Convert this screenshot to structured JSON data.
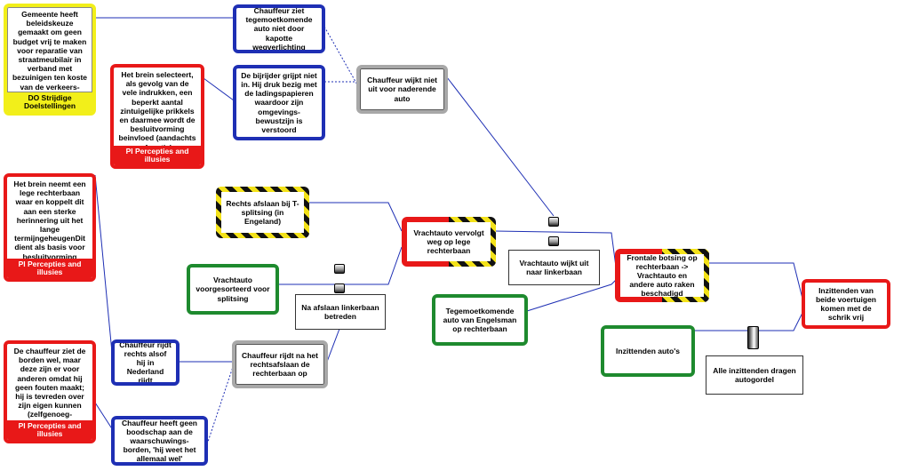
{
  "diagram": {
    "nodes": {
      "n_gemeente": {
        "text": "Gemeente heeft beleidskeuze gemaakt om geen budget vrij te maken voor reparatie van straatmeubilair in verband met bezuinigen ten koste van de verkeers-veiligheid",
        "footer": "DO Strijdige Doelstellingen"
      },
      "n_brein1": {
        "text": "Het brein selecteert, als gevolg van de vele indrukken, een beperkt aantal zintuigelijke prikkels en daarmee wordt de besluitvorming beinvloed (aandachts -functie)",
        "footer": "PI Percepties and illusies"
      },
      "n_brein2": {
        "text": "Het brein neemt een lege rechterbaan waar en koppelt dit aan een sterke herinnering uit het lange termijngeheugenDit dient als basis voor besluitvorming (confirmation bias)",
        "footer": "PI Percepties and illusies"
      },
      "n_borden": {
        "text": "De chauffeur ziet de borden wel, maar deze zijn er voor anderen omdat hij geen fouten maakt; hij is tevreden over zijn eigen kunnen (zelfgenoeg-zaamheid)",
        "footer": "PI Percepties and illusies"
      },
      "n_ziet": {
        "text": "Chauffeur ziet tegemoetkomende auto niet door kapotte wegverlichting"
      },
      "n_bijrijder": {
        "text": "De bijrijder grijpt niet in. Hij druk bezig met de ladingspapieren waardoor zijn omgevings-bewustzijn is verstoord"
      },
      "n_wijkt_niet": {
        "text": "Chauffeur wijkt niet uit voor naderende auto"
      },
      "n_rechts_afslaan": {
        "text": "Rechts afslaan bij T-splitsing (in Engeland)"
      },
      "n_vrachtauto_voor": {
        "text": "Vrachtauto voorgesorteerd voor splitsing"
      },
      "n_na_afslaan": {
        "text": "Na afslaan linkerbaan betreden"
      },
      "n_vervolgt": {
        "text": "Vrachtauto vervolgt weg op lege rechterbaan"
      },
      "n_wijkt_naar": {
        "text": "Vrachtauto wijkt uit naar linkerbaan"
      },
      "n_tegemoet": {
        "text": "Tegemoetkomende auto van Engelsman op rechterbaan"
      },
      "n_frontale": {
        "text": "Frontale botsing op rechterbaan -> Vrachtauto en andere auto raken beschadigd"
      },
      "n_inzittenden_vrij": {
        "text": "Inzittenden van beide voertuigen komen met de schrik vrij"
      },
      "n_inzittenden_autos": {
        "text": "Inzittenden auto's"
      },
      "n_gordel": {
        "text": "Alle inzittenden dragen autogordel"
      },
      "n_nederland": {
        "text": "Chauffeur rijdt rechts alsof hij in Nederland rijdt"
      },
      "n_rijdt_na": {
        "text": "Chauffeur rijdt na het rechtsafslaan de rechterbaan op"
      },
      "n_boodschap": {
        "text": "Chauffeur heeft geen boodschap aan de waarschuwings-borden, 'hij weet het allemaal wel'"
      }
    }
  },
  "colors": {
    "blue": "#1e2fb4",
    "green": "#1e8a2e",
    "red": "#e81818",
    "yellow": "#f2ef1a",
    "grey": "#a8a8a8",
    "line": "#1e2fb4"
  }
}
